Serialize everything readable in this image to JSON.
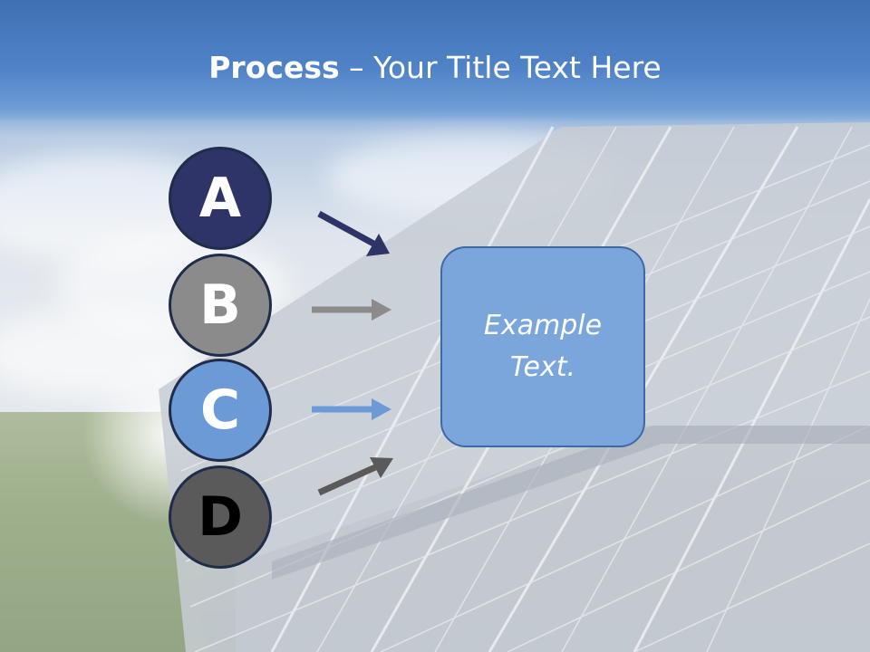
{
  "title": {
    "bold": "Process",
    "rest": " – Your Title Text Here"
  },
  "steps": [
    {
      "letter": "A",
      "text_color": "#ffffff",
      "fill": "#2f3468"
    },
    {
      "letter": "B",
      "text_color": "#ffffff",
      "fill": "#8b8b8b"
    },
    {
      "letter": "C",
      "text_color": "#ffffff",
      "fill": "#6b9ad6"
    },
    {
      "letter": "D",
      "text_color": "#000000",
      "fill": "#5a5a5a"
    }
  ],
  "arrow_colors": [
    "#2f3468",
    "#8b8b8b",
    "#6b9ad6",
    "#5a5a5a"
  ],
  "box": {
    "text": "Example Text.",
    "fill": "#7ba6dc"
  },
  "background_icons": [
    "solar-panels-image",
    "sky-clouds-image",
    "grass-field-image"
  ]
}
